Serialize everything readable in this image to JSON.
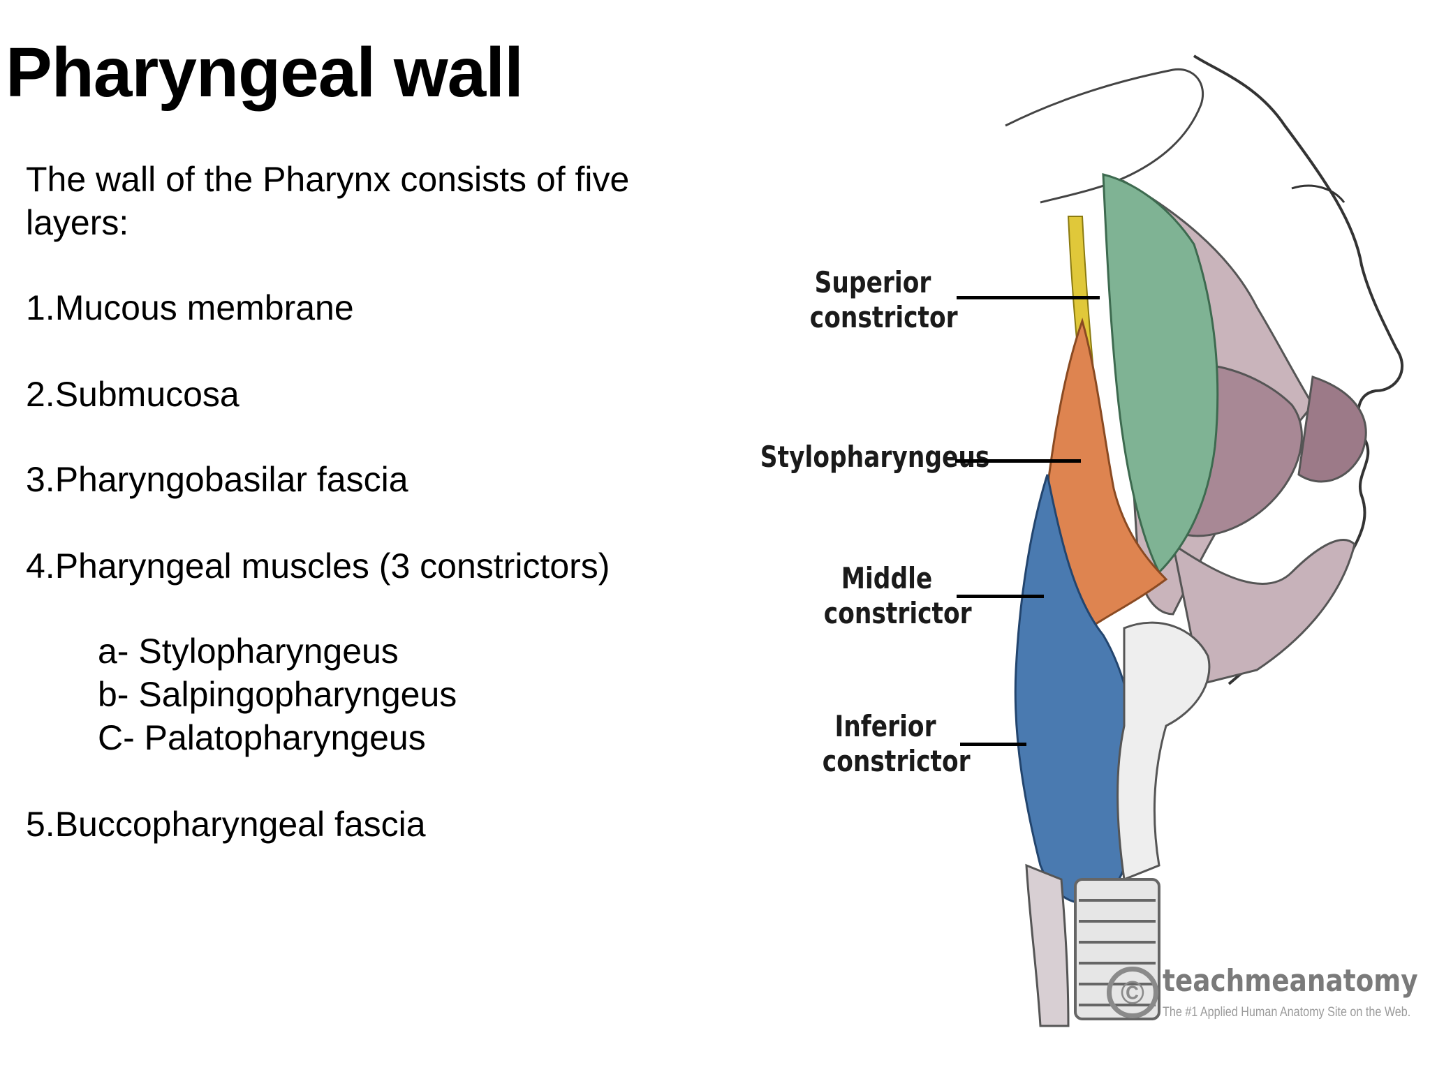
{
  "title": "Pharyngeal wall",
  "intro": [
    "The wall of the Pharynx consists of five",
    "layers:"
  ],
  "layers": {
    "l1": "1.Mucous membrane",
    "l2": "2.Submucosa",
    "l3": "3.Pharyngobasilar fascia",
    "l4": "4.Pharyngeal muscles (3 constrictors)",
    "l4_sub": [
      "a- Stylopharyngeus",
      "b- Salpingopharyngeus",
      "C- Palatopharyngeus"
    ],
    "l5": "5.Buccopharyngeal fascia"
  },
  "diagram": {
    "labels": {
      "superior": [
        "Superior",
        "constrictor"
      ],
      "stylo": "Stylopharyngeus",
      "middle": [
        "Middle",
        "constrictor"
      ],
      "inferior": [
        "Inferior",
        "constrictor"
      ]
    },
    "colors": {
      "superior": "#7fb394",
      "stylo": "#e0c83a",
      "middle": "#de8450",
      "inferior": "#4a7ab0",
      "tissue": "#b9a1aa",
      "line": "#333333"
    }
  },
  "watermark": {
    "brand": "teachmeanatomy",
    "tagline": "The #1 Applied Human Anatomy Site on the Web."
  }
}
